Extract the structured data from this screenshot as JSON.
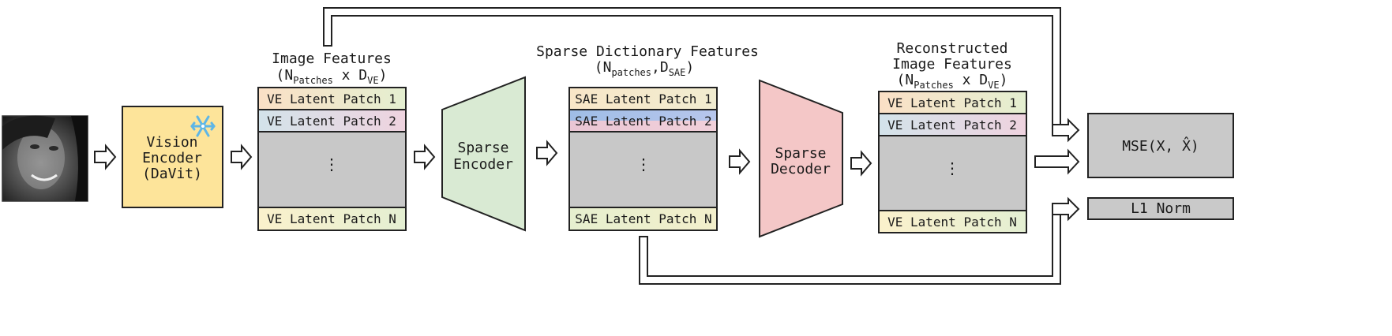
{
  "input_image": {
    "icon": "face-photo"
  },
  "vision_encoder": {
    "lines": [
      "Vision",
      "Encoder",
      "(DaVit)"
    ],
    "frozen_icon": "snowflake-icon",
    "color": "#fde49a"
  },
  "image_features": {
    "title": "Image Features",
    "dim": {
      "open": "(N",
      "sub1": "Patches",
      "mid": " x D",
      "sub2": "VE",
      "close": ")"
    },
    "patches": {
      "first": "VE Latent Patch 1",
      "second": "VE Latent Patch 2",
      "ellipsis": "⋮",
      "last": "VE Latent Patch N"
    }
  },
  "sparse_encoder": {
    "lines": [
      "Sparse",
      "Encoder"
    ],
    "color": "#d9ead3"
  },
  "sparse_dictionary": {
    "title": "Sparse Dictionary Features",
    "dim": {
      "open": "(N",
      "sub1": "patches",
      "mid": ",D",
      "sub2": "SAE",
      "close": ")"
    },
    "patches": {
      "first": "SAE Latent Patch 1",
      "second": "SAE Latent Patch 2",
      "ellipsis": "⋮",
      "last": "SAE Latent Patch N"
    }
  },
  "sparse_decoder": {
    "lines": [
      "Sparse",
      "Decoder"
    ],
    "color": "#f4c7c7"
  },
  "reconstructed": {
    "title_lines": [
      "Reconstructed",
      "Image Features"
    ],
    "dim": {
      "open": "(N",
      "sub1": "Patches",
      "mid": " x D",
      "sub2": "VE",
      "close": ")"
    },
    "patches": {
      "first": "VE Latent Patch 1",
      "second": "VE Latent Patch 2",
      "ellipsis": "⋮",
      "last": "VE Latent Patch N"
    }
  },
  "losses": {
    "mse": "MSE(X, X̂)",
    "l1": "L1 Norm"
  },
  "colors": {
    "body_gray": "#c8c8c8",
    "loss_gray": "#c9c9c9",
    "peach": "#f9e3c8",
    "blue_grey": "#d5e3ea",
    "pink": "#ecd5e0",
    "green": "#dfeccd",
    "cream": "#f7f0cc",
    "sae_blue": "#a9c4e8"
  }
}
